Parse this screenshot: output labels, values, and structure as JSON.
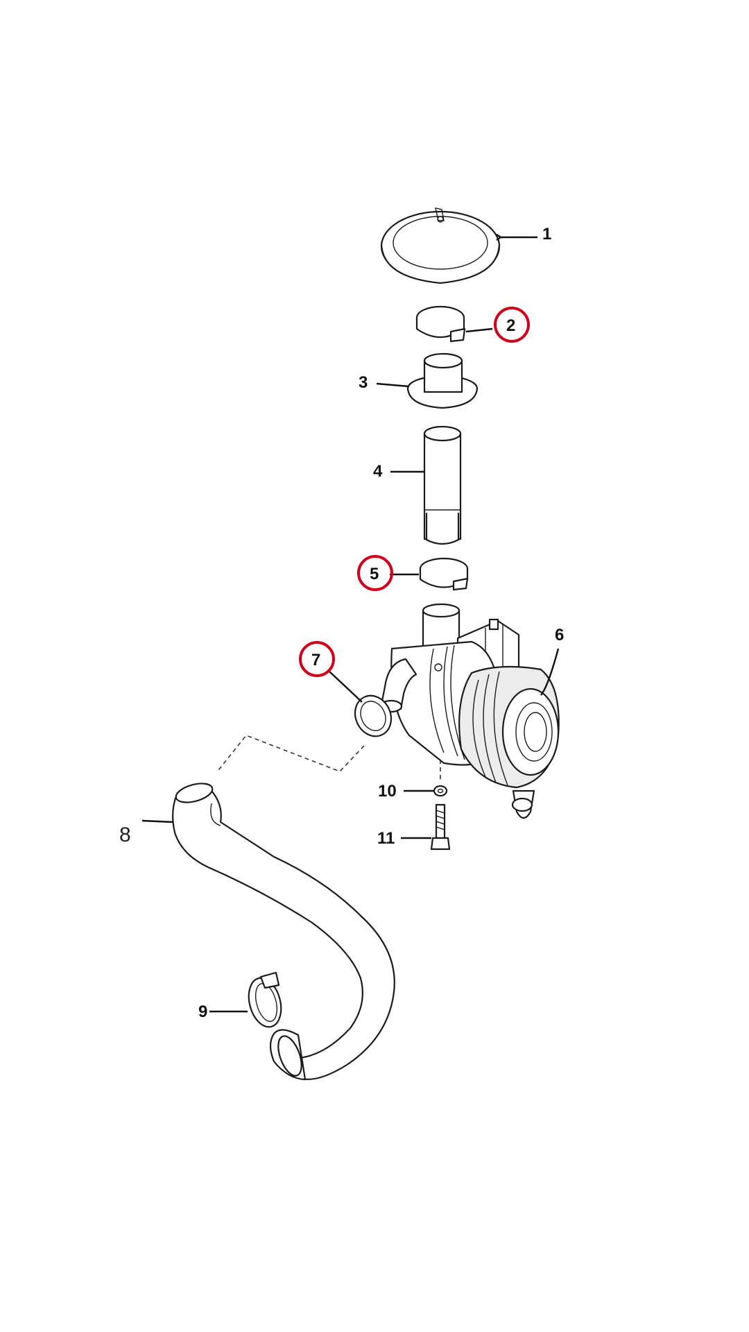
{
  "callouts": [
    {
      "id": "1",
      "label": "1",
      "highlighted": false
    },
    {
      "id": "2",
      "label": "2",
      "highlighted": true
    },
    {
      "id": "3",
      "label": "3",
      "highlighted": false
    },
    {
      "id": "4",
      "label": "4",
      "highlighted": false
    },
    {
      "id": "5",
      "label": "5",
      "highlighted": true
    },
    {
      "id": "6",
      "label": "6",
      "highlighted": false
    },
    {
      "id": "7",
      "label": "7",
      "highlighted": true
    },
    {
      "id": "8",
      "label": "8",
      "highlighted": false
    },
    {
      "id": "9",
      "label": "9",
      "highlighted": false
    },
    {
      "id": "10",
      "label": "10",
      "highlighted": false
    },
    {
      "id": "11",
      "label": "11",
      "highlighted": false
    }
  ],
  "colors": {
    "highlight": "#d0021b",
    "line": "#1a1a1a",
    "background": "#ffffff"
  }
}
